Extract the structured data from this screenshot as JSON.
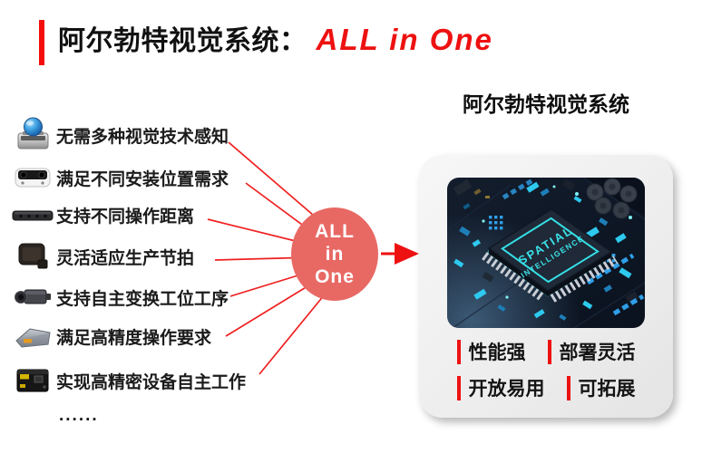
{
  "slide": {
    "title": {
      "text": "阿尔勃特视觉系统：",
      "highlight": "ALL in One"
    },
    "features": [
      {
        "icon": "dome-camera-icon",
        "label": "无需多种视觉技术感知"
      },
      {
        "icon": "stereo-camera-icon",
        "label": "满足不同安装位置需求"
      },
      {
        "icon": "bar-camera-icon",
        "label": "支持不同操作距离"
      },
      {
        "icon": "compact-sensor-icon",
        "label": "灵活适应生产节拍"
      },
      {
        "icon": "industrial-camera-icon",
        "label": "支持自主变换工位工序"
      },
      {
        "icon": "profiler-sensor-icon",
        "label": "满足高精度操作要求"
      },
      {
        "icon": "smart-camera-icon",
        "label": "实现高精密设备自主工作"
      },
      {
        "icon": "none",
        "label": "......"
      }
    ],
    "hub": {
      "lines": [
        "ALL",
        "in",
        "One"
      ],
      "fill": "#E86964"
    },
    "panel": {
      "heading": "阿尔勃特视觉系统",
      "chip_label_line1": "SPATIAL",
      "chip_label_line2": "INTELLIGENCE",
      "tags_row1": [
        "性能强",
        "部署灵活"
      ],
      "tags_row2": [
        "开放易用",
        "可拓展"
      ]
    },
    "colors": {
      "accent_red": "#EE1111",
      "hub_fill": "#E86964",
      "chip_cyan": "#35DFE6"
    }
  }
}
